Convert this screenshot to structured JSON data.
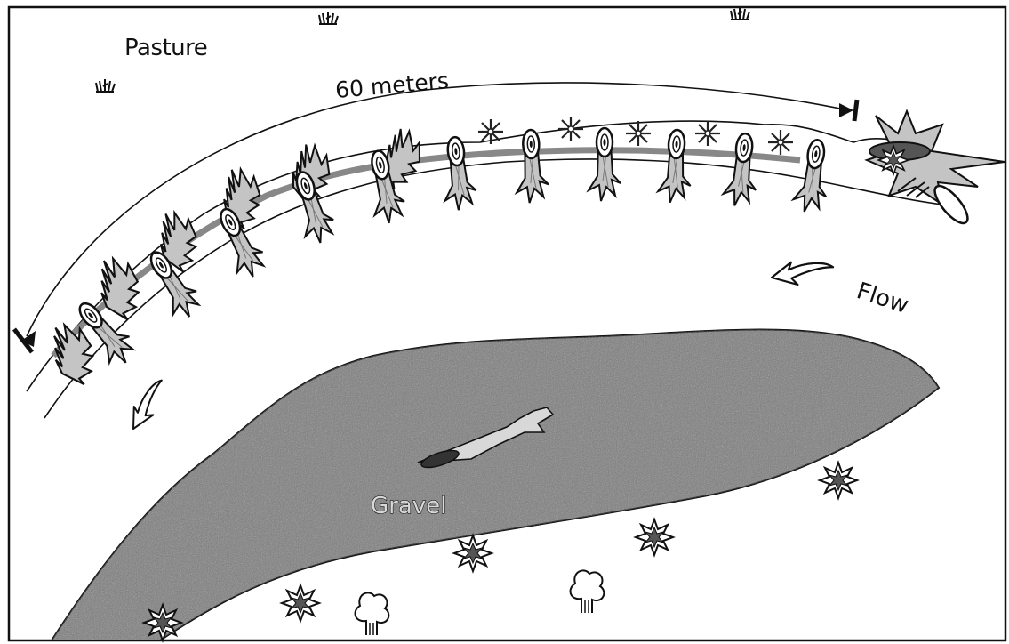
{
  "labels": {
    "pasture": "Pasture",
    "length": "60 meters",
    "flow": "Flow",
    "gravel": "Gravel"
  },
  "colors": {
    "ink": "#111111",
    "gravel_fill": "#7a7a7a",
    "log_fill": "#c4c4c4",
    "bank_fill": "#ffffff"
  },
  "icons": {
    "grass_tuft": "grass-tuft-icon",
    "planted_tree": "asterisk-plant-icon",
    "shrub": "starburst-shrub-icon",
    "deciduous_tree": "deciduous-tree-icon",
    "flow_arrow": "curved-arrow-icon",
    "log_revetment": "log-icon"
  }
}
